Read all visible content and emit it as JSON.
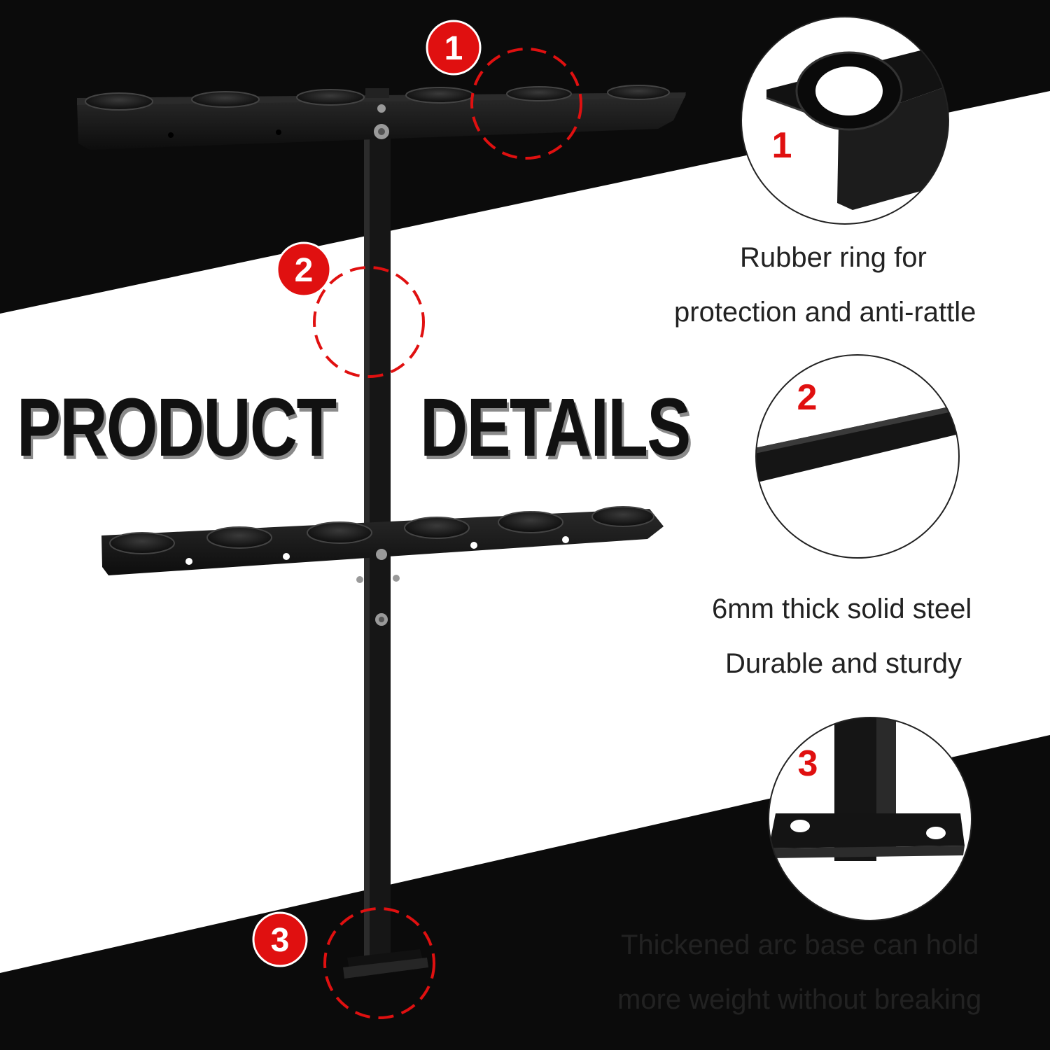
{
  "headline": {
    "word1": "PRODUCT",
    "word2": "DETAILS"
  },
  "callouts": [
    {
      "number": "1",
      "caption_lines": [
        "Rubber ring for",
        "protection and anti-rattle"
      ]
    },
    {
      "number": "2",
      "caption_lines": [
        "6mm thick solid steel",
        "Durable and sturdy"
      ]
    },
    {
      "number": "3",
      "caption_lines": [
        "Thickened arc base can hold",
        "more weight without breaking"
      ]
    }
  ],
  "colors": {
    "background_dark": "#0b0b0b",
    "background_light": "#ffffff",
    "accent_red": "#e01010",
    "steel": "#1a1a1a",
    "text": "#222222"
  }
}
